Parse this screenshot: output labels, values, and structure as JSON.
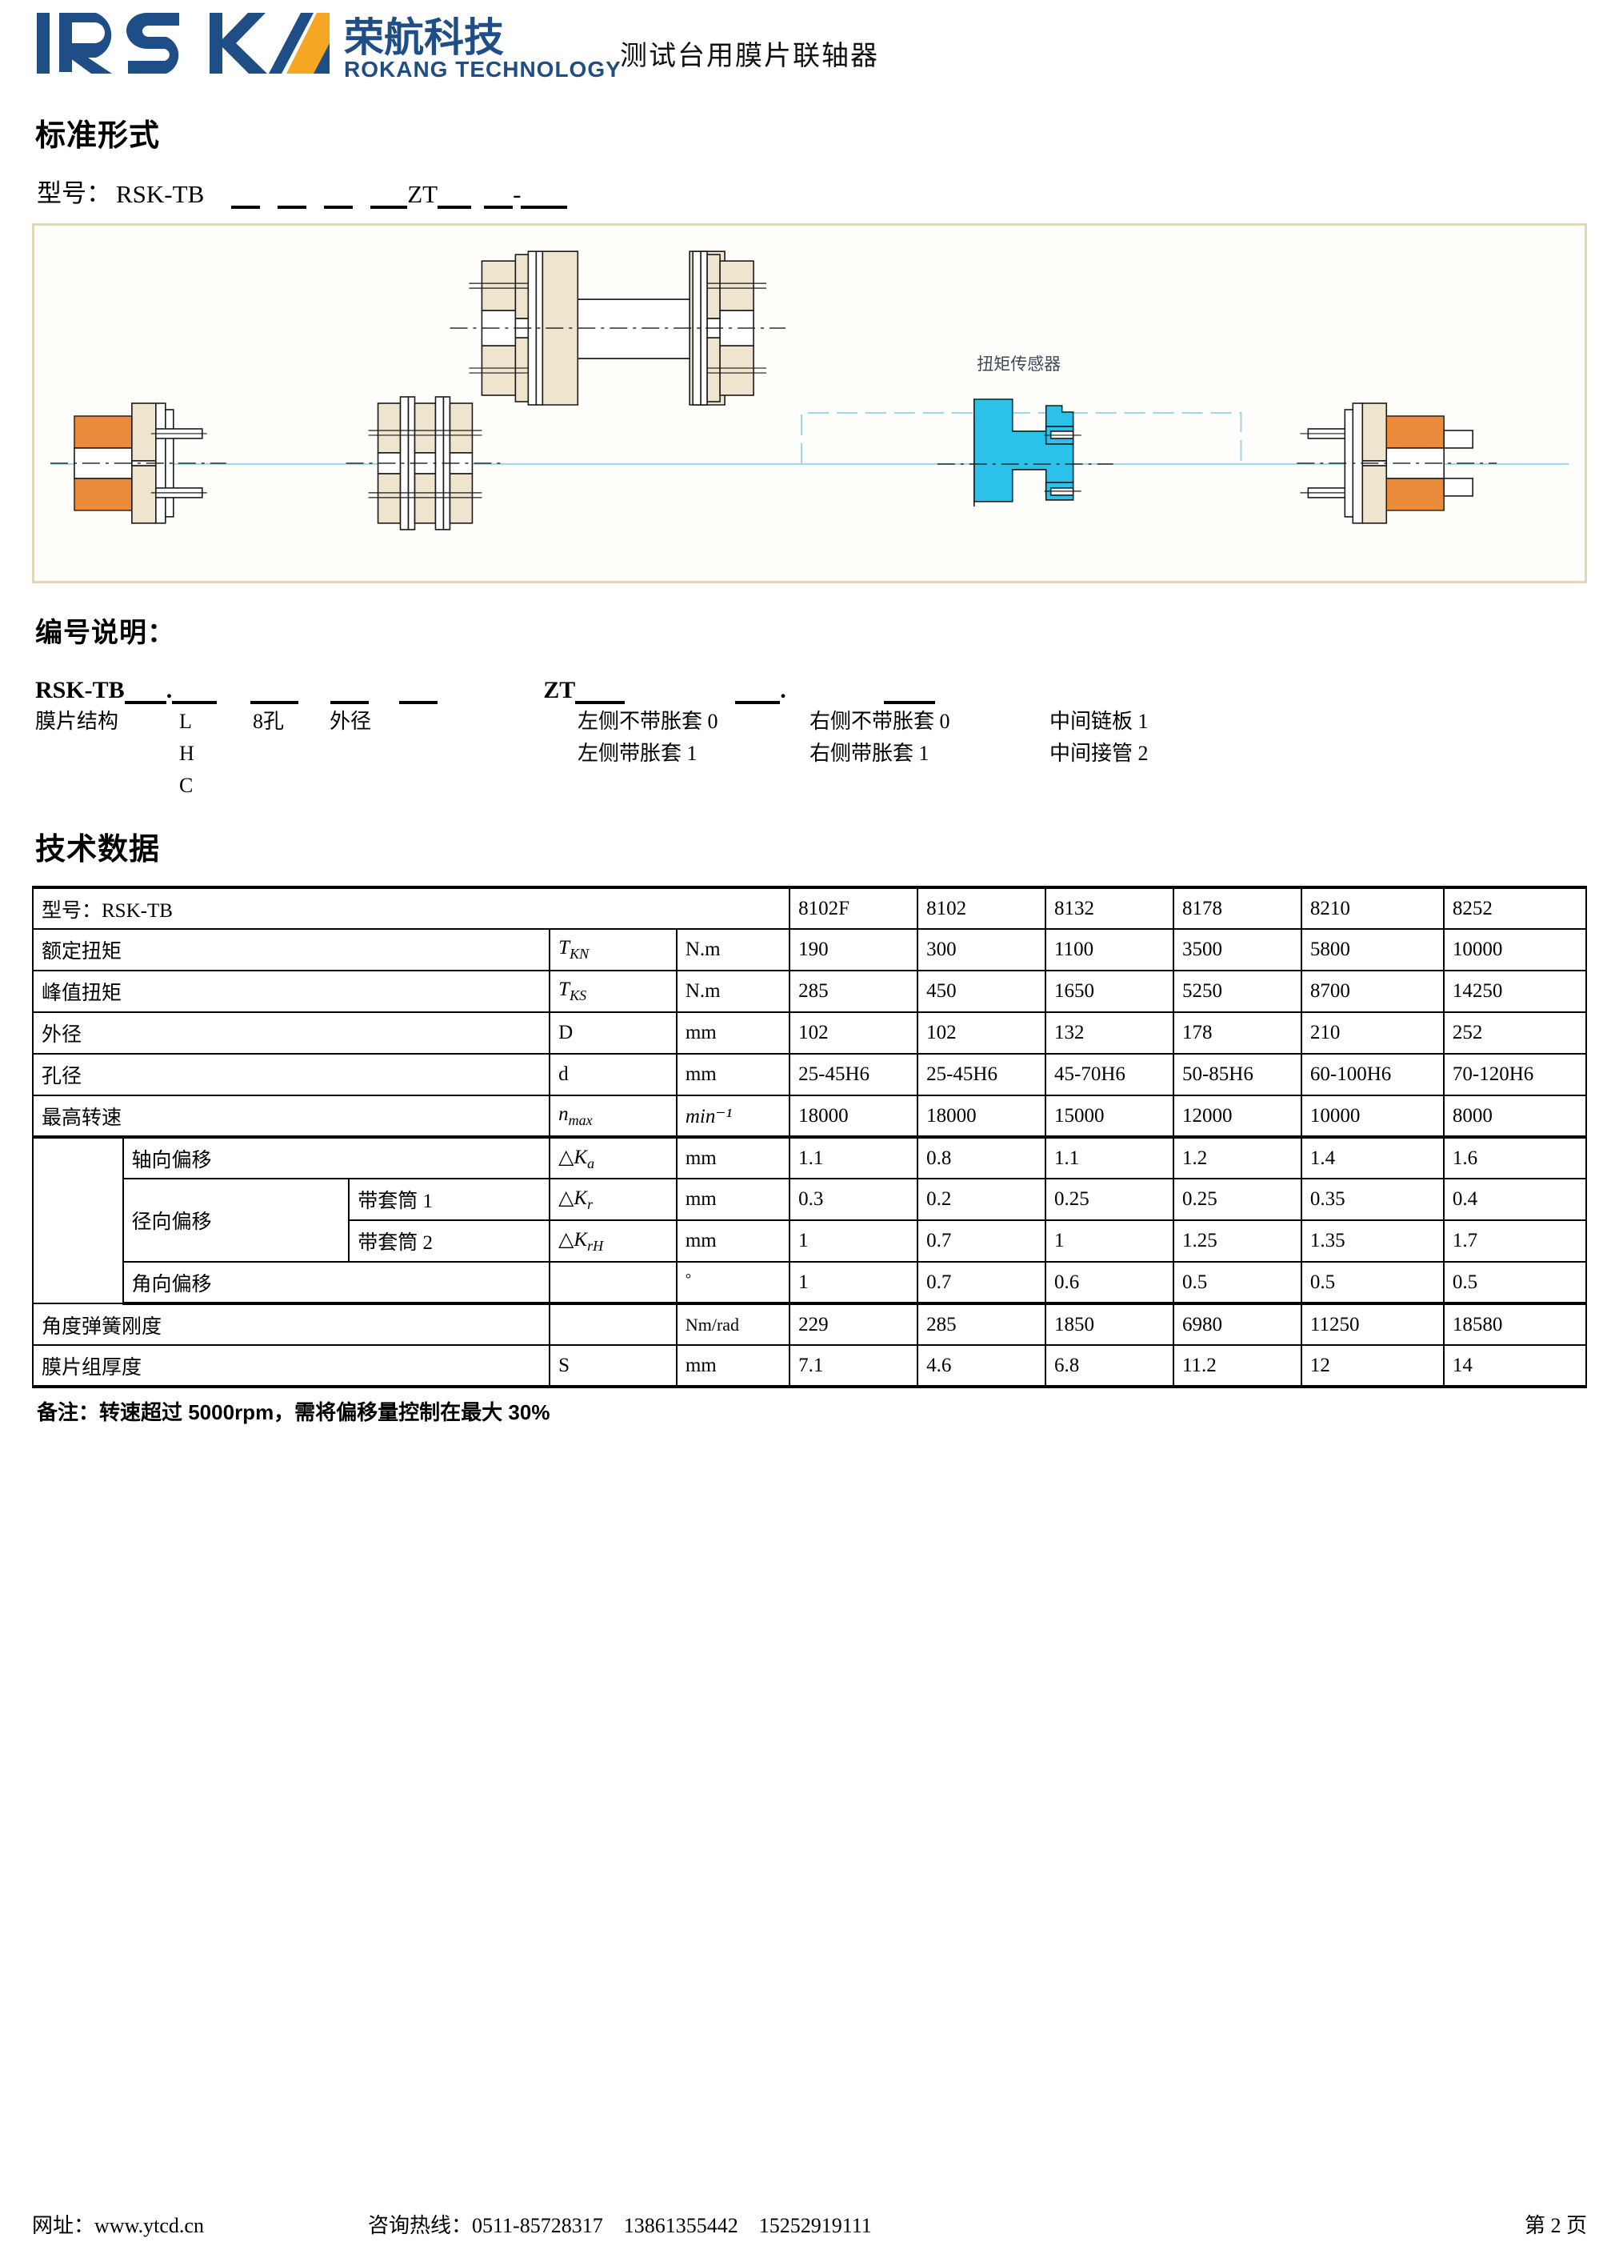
{
  "header": {
    "brand_cn": "荣航科技",
    "brand_en": "ROKANG TECHNOLOGY",
    "brand_mark": "RSK",
    "title": "测试台用膜片联轴器",
    "brand_color": "#1F4E86",
    "accent_color": "#F5A623"
  },
  "standard_form": {
    "title": "标准形式",
    "model_label": "型号：",
    "model_prefix": "RSK-TB",
    "model_zt": "ZT",
    "model_dash": "-"
  },
  "drawing": {
    "torque_sensor_label": "扭矩传感器",
    "sensor_color": "#2BC1E8",
    "flange_color": "#EFE4CE",
    "hub_color": "#E98B3A",
    "centerline_color": "#9ED6E8",
    "frame_color": "#E2D6B4"
  },
  "numbering": {
    "title": "编号说明：",
    "code_prefix": "RSK-TB",
    "code_zt": "ZT",
    "dot": ".",
    "legend_left": [
      {
        "label": "膜片结构",
        "c1": "L",
        "c2": "8孔",
        "c3": "外径"
      },
      {
        "label": "",
        "c1": "H",
        "c2": "",
        "c3": ""
      },
      {
        "label": "",
        "c1": "C",
        "c2": "",
        "c3": ""
      }
    ],
    "legend_right": [
      {
        "a": "左侧不带胀套 0",
        "b": "右侧不带胀套 0",
        "c": "中间链板 1"
      },
      {
        "a": "左侧带胀套  1",
        "b": "右侧带胀套   1",
        "c": "中间接管 2"
      }
    ]
  },
  "tech": {
    "title": "技术数据",
    "model_header": "型号：RSK-TB",
    "models": [
      "8102F",
      "8102",
      "8132",
      "8178",
      "8210",
      "8252"
    ],
    "rows": [
      {
        "name": "额定扭矩",
        "symbol": "T",
        "sub": "KN",
        "unit": "N.m",
        "values": [
          "190",
          "300",
          "1100",
          "3500",
          "5800",
          "10000"
        ]
      },
      {
        "name": "峰值扭矩",
        "symbol": "T",
        "sub": "KS",
        "unit": "N.m",
        "values": [
          "285",
          "450",
          "1650",
          "5250",
          "8700",
          "14250"
        ]
      },
      {
        "name": "外径",
        "symbol": "D",
        "sub": "",
        "unit": "mm",
        "values": [
          "102",
          "102",
          "132",
          "178",
          "210",
          "252"
        ]
      },
      {
        "name": "孔径",
        "symbol": "d",
        "sub": "",
        "unit": "mm",
        "values": [
          "25-45H6",
          "25-45H6",
          "45-70H6",
          "50-85H6",
          "60-100H6",
          "70-120H6"
        ]
      },
      {
        "name": "最高转速",
        "symbol": "n",
        "sub": "max",
        "unit": "min⁻¹",
        "values": [
          "18000",
          "18000",
          "15000",
          "12000",
          "10000",
          "8000"
        ]
      }
    ],
    "offset_group": {
      "axial": {
        "name": "轴向偏移",
        "symbol": "△K",
        "sub": "a",
        "unit": "mm",
        "values": [
          "1.1",
          "0.8",
          "1.1",
          "1.2",
          "1.4",
          "1.6"
        ]
      },
      "radial_label": "径向偏移",
      "radial1": {
        "name": "带套筒 1",
        "symbol": "△K",
        "sub": "r",
        "unit": "mm",
        "values": [
          "0.3",
          "0.2",
          "0.25",
          "0.25",
          "0.35",
          "0.4"
        ]
      },
      "radial2": {
        "name": "带套筒 2",
        "symbol": "△K",
        "sub": "rH",
        "unit": "mm",
        "values": [
          "1",
          "0.7",
          "1",
          "1.25",
          "1.35",
          "1.7"
        ]
      },
      "angular": {
        "name": "角向偏移",
        "symbol": "",
        "sub": "",
        "unit": "°",
        "values": [
          "1",
          "0.7",
          "0.6",
          "0.5",
          "0.5",
          "0.5"
        ]
      }
    },
    "tail_rows": [
      {
        "name": "角度弹簧刚度",
        "symbol": "",
        "unit": "Nm/rad",
        "values": [
          "229",
          "285",
          "1850",
          "6980",
          "11250",
          "18580"
        ]
      },
      {
        "name": "膜片组厚度",
        "symbol": "S",
        "unit": "mm",
        "values": [
          "7.1",
          "4.6",
          "6.8",
          "11.2",
          "12",
          "14"
        ]
      }
    ],
    "note": "备注：转速超过 5000rpm，需将偏移量控制在最大 30%"
  },
  "footer": {
    "site_label": "网址：",
    "site_value": "www.ytcd.cn",
    "hotline_label": "咨询热线：",
    "phone1": "0511-85728317",
    "phone2": "13861355442",
    "phone3": "15252919111",
    "page": "第 2 页"
  }
}
